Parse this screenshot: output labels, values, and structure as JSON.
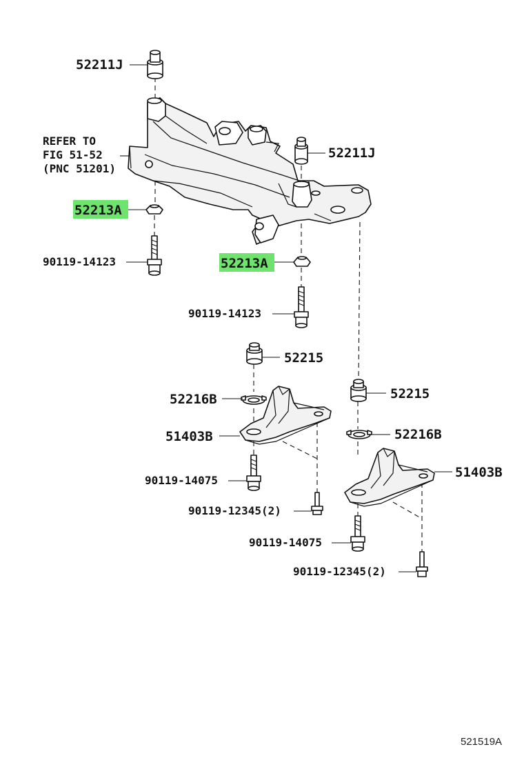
{
  "diagram": {
    "highlight_color": "#6ee36e",
    "callouts": {
      "p52211j_top": "52211J",
      "p52211j_right": "52211J",
      "refer_line1": "REFER TO",
      "refer_line2": "FIG 51-52",
      "refer_line3": "(PNC 51201)",
      "p52213a_left": "52213A",
      "p52213a_right": "52213A",
      "p90119_14123_left": "90119-14123",
      "p90119_14123_right": "90119-14123",
      "p52215_left": "52215",
      "p52215_right": "52215",
      "p52216b_left": "52216B",
      "p52216b_right": "52216B",
      "p51403b_left": "51403B",
      "p51403b_right": "51403B",
      "p90119_14075_left": "90119-14075",
      "p90119_14075_right": "90119-14075",
      "p90119_12345_left": "90119-12345(2)",
      "p90119_12345_right": "90119-12345(2)"
    },
    "figure_code": "521519A"
  }
}
